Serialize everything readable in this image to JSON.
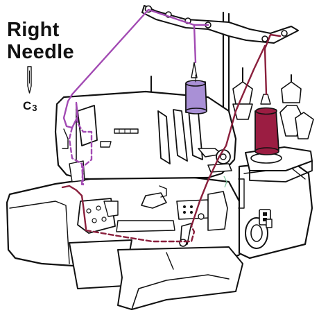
{
  "labels": {
    "title_line_1": "Right",
    "title_line_2": "Needle",
    "needle_code_letter": "C",
    "needle_code_number": "3"
  },
  "colors": {
    "outline": "#111111",
    "machine_fill": "#ffffff",
    "right_needle_thread": "#a24ab3",
    "right_needle_spool": "#a990d6",
    "other_thread": "#8a1f3c",
    "other_spool": "#9b1d42"
  },
  "icons": {
    "needle": "needle-icon",
    "spool_right_needle": "thread-spool-icon",
    "spool_other": "thread-spool-icon"
  }
}
